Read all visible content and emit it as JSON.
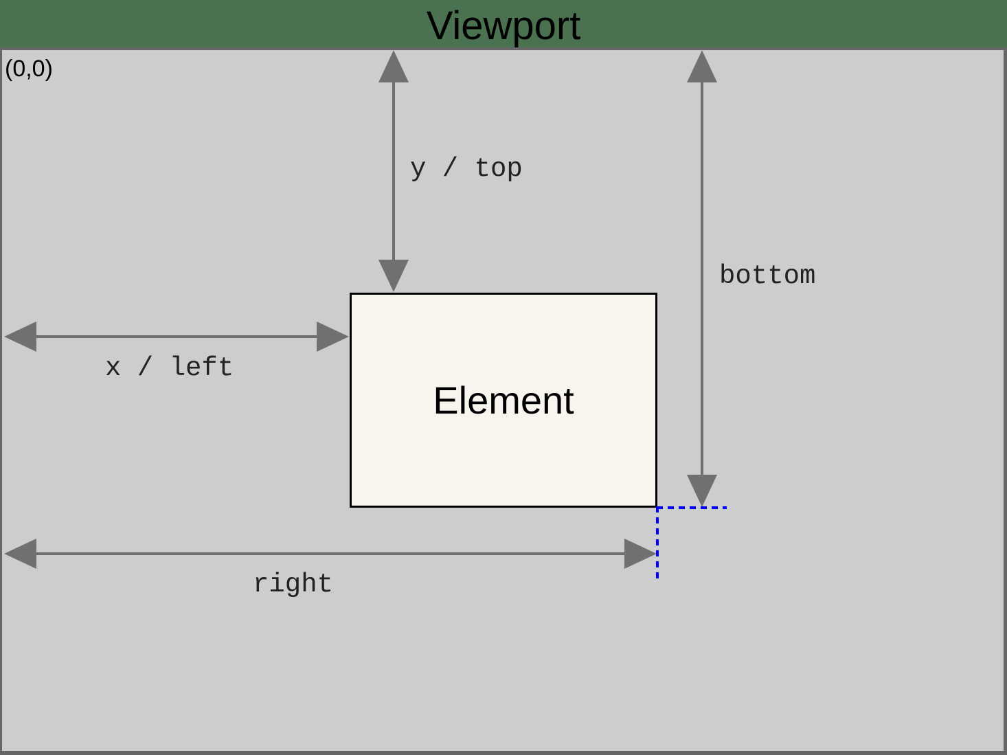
{
  "title": "Viewport",
  "origin_label": "(0,0)",
  "element": {
    "label": "Element"
  },
  "measurements": {
    "y_top": "y / top",
    "x_left": "x / left",
    "bottom": "bottom",
    "right": "right"
  },
  "colors": {
    "header_green": "#4a7150",
    "viewport_gray": "#cdcdcd",
    "frame_gray": "#666666",
    "arrow_gray": "#707070",
    "element_fill": "#f8f5ee",
    "element_border": "#000000",
    "guide_blue": "#0000ff",
    "title_text": "#000000",
    "label_text": "#222222"
  }
}
